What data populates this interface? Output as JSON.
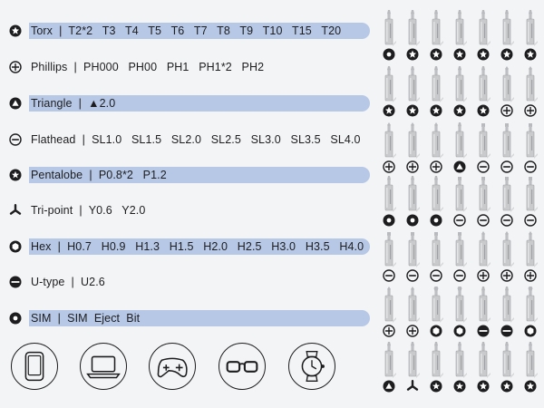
{
  "bit_rows": [
    {
      "icon": "torx-icon",
      "label": "Torx  |  T2*2   T3   T4   T5   T6   T7   T8   T9   T10   T15   T20",
      "highlight": true
    },
    {
      "icon": "phillips-icon",
      "label": "Phillips  |  PH000   PH00   PH1   PH1*2   PH2",
      "highlight": false
    },
    {
      "icon": "triangle-icon",
      "label": "Triangle  |  ▲2.0",
      "highlight": true
    },
    {
      "icon": "flathead-icon",
      "label": "Flathead  |  SL1.0   SL1.5   SL2.0   SL2.5   SL3.0   SL3.5   SL4.0",
      "highlight": false
    },
    {
      "icon": "pentalobe-icon",
      "label": "Pentalobe  |  P0.8*2   P1.2",
      "highlight": true
    },
    {
      "icon": "tri-point-icon",
      "label": "Tri-point  |  Y0.6   Y2.0",
      "highlight": false
    },
    {
      "icon": "hex-icon",
      "label": "Hex  |  H0.7   H0.9   H1.3   H1.5   H2.0   H2.5   H3.0   H3.5   H4.0",
      "highlight": true
    },
    {
      "icon": "u-type-icon",
      "label": "U-type  |  U2.6",
      "highlight": false
    },
    {
      "icon": "sim-icon",
      "label": "SIM  |  SIM  Eject  Bit",
      "highlight": true
    }
  ],
  "devices": [
    "phone-icon",
    "laptop-icon",
    "gamepad-icon",
    "glasses-icon",
    "smartwatch-icon"
  ],
  "bit_grid": [
    [
      "sim",
      "torx",
      "torx",
      "torx",
      "torx",
      "torx",
      "torx"
    ],
    [
      "torx",
      "torx",
      "torx",
      "torx",
      "torx",
      "phillips",
      "phillips"
    ],
    [
      "phillips",
      "phillips",
      "phillips",
      "triangle",
      "flathead",
      "flathead",
      "flathead"
    ],
    [
      "sim",
      "sim",
      "sim",
      "flathead",
      "flathead",
      "flathead",
      "flathead"
    ],
    [
      "flathead",
      "flathead",
      "flathead",
      "flathead",
      "phillips",
      "phillips",
      "phillips"
    ],
    [
      "phillips",
      "phillips",
      "hex",
      "hex",
      "u-type",
      "u-type",
      "hex"
    ],
    [
      "triangle",
      "tri-point",
      "pentalobe",
      "pentalobe",
      "torx",
      "torx",
      "torx"
    ]
  ],
  "colors": {
    "background": "#f3f4f6",
    "highlight": "#b6c8e6",
    "ink": "#1d1d1f",
    "bit_metal": "#c9cacc"
  }
}
